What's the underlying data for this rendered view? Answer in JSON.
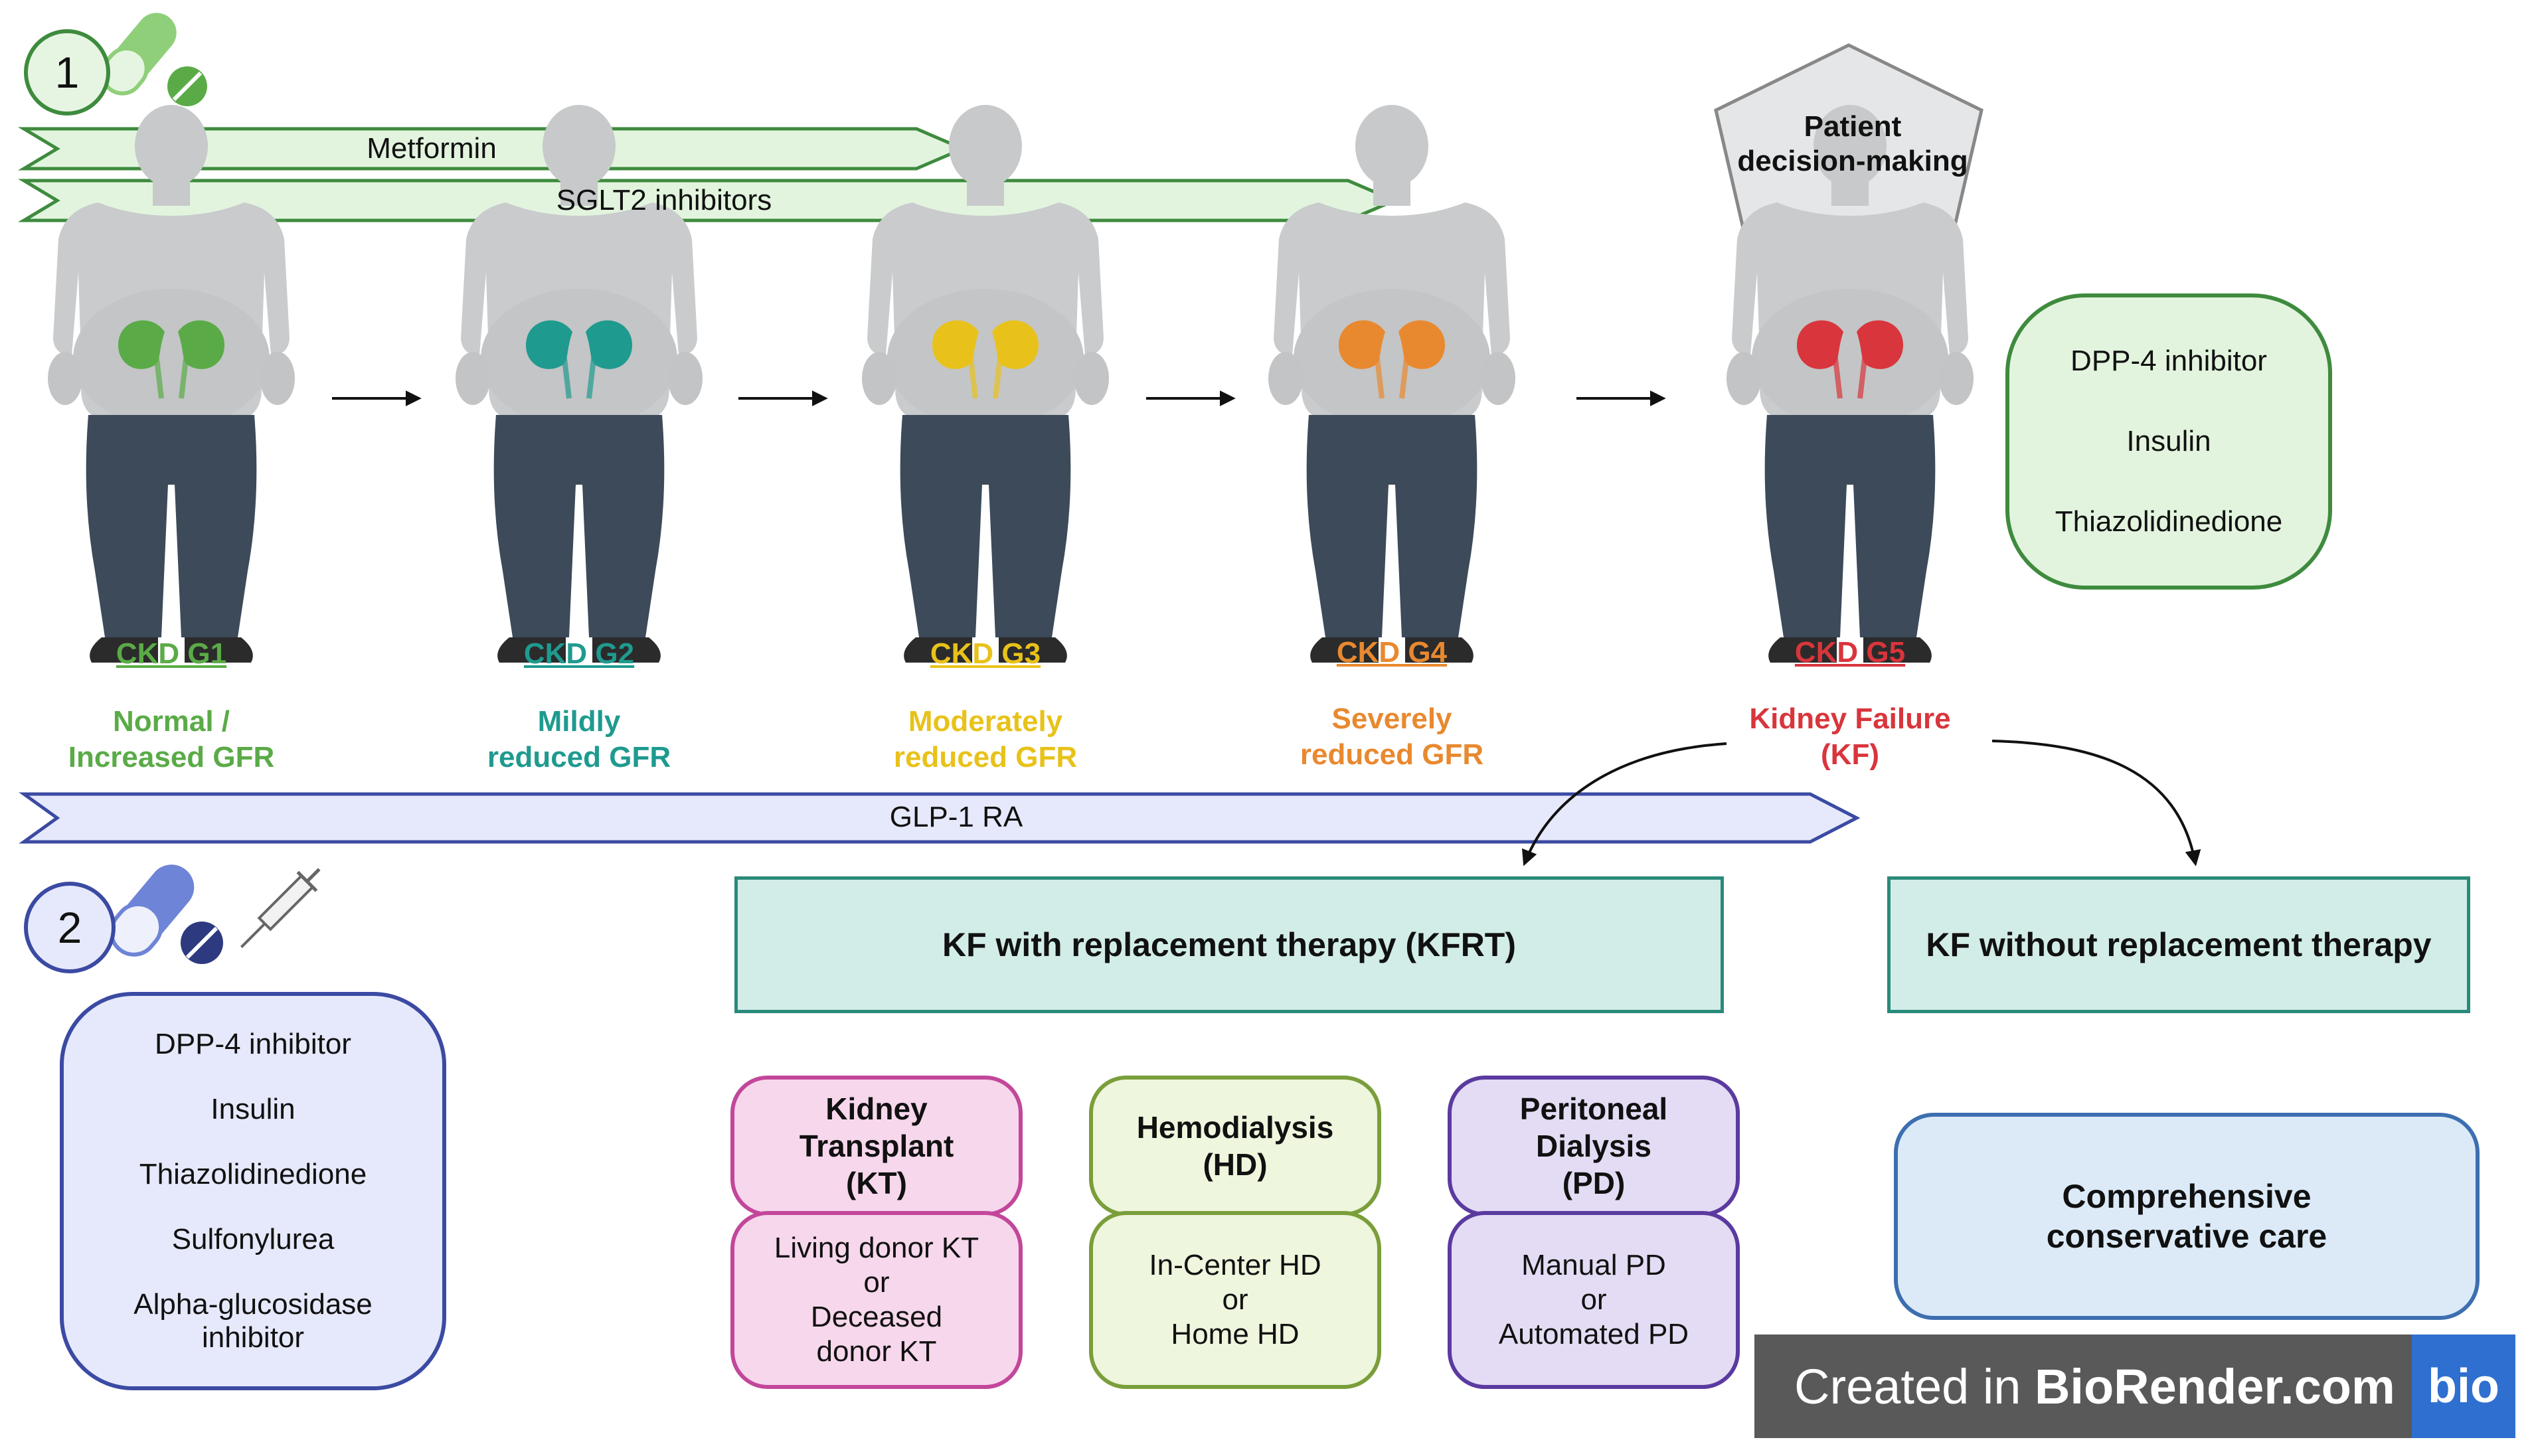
{
  "labels": {
    "one": "1",
    "two": "2",
    "metformin": "Metformin",
    "sglt2": "SGLT2 inhibitors",
    "glp1": "GLP-1 RA",
    "patient_decision": "Patient\ndecision-making"
  },
  "stages": [
    {
      "label": "CKD G1",
      "desc": "Normal /\nIncreased GFR",
      "color": "#5aab47"
    },
    {
      "label": "CKD G2",
      "desc": "Mildly\nreduced GFR",
      "color": "#1f9a8f"
    },
    {
      "label": "CKD G3",
      "desc": "Moderately\nreduced GFR",
      "color": "#e8c21a"
    },
    {
      "label": "CKD G4",
      "desc": "Severely\nreduced GFR",
      "color": "#e8892f"
    },
    {
      "label": "CKD G5",
      "desc": "Kidney Failure\n(KF)",
      "color": "#d9353c"
    }
  ],
  "green_list": [
    "DPP-4 inhibitor",
    "Insulin",
    "Thiazolidinedione"
  ],
  "blue_list": [
    "DPP-4 inhibitor",
    "Insulin",
    "Thiazolidinedione",
    "Sulfonylurea",
    "Alpha-glucosidase\ninhibitor"
  ],
  "kfrt": "KF with replacement therapy (KFRT)",
  "kf_without": "KF without replacement therapy",
  "treatments": [
    {
      "title": "Kidney\nTransplant\n(KT)",
      "detail": "Living donor KT\nor\nDeceased\ndonor KT"
    },
    {
      "title": "Hemodialysis\n(HD)",
      "detail": "In-Center HD\nor\nHome HD"
    },
    {
      "title": "Peritoneal\nDialysis\n(PD)",
      "detail": "Manual PD\nor\nAutomated PD"
    }
  ],
  "conservative": "Comprehensive\nconservative care",
  "watermark": {
    "created_in": "Created in ",
    "brand": "BioRender.com",
    "badge": "bio"
  },
  "colors": {
    "green_fill": "#e2f4de",
    "green_stroke": "#3e8b3e",
    "blue_fill": "#e6e9fb",
    "blue_stroke": "#3b4aa2",
    "teal_fill": "#d2ede8",
    "teal_stroke": "#2a8a7a",
    "pink_fill": "#f7d7ec",
    "pink_stroke": "#c2479a",
    "lime_fill": "#eef6dd",
    "lime_stroke": "#7a9e3a",
    "purple_fill": "#e4dcf4",
    "purple_stroke": "#5b3aa0",
    "lightblue_fill": "#dceaf8",
    "lightblue_stroke": "#3d6fb0",
    "pentagon_fill": "#e4e6e8"
  }
}
